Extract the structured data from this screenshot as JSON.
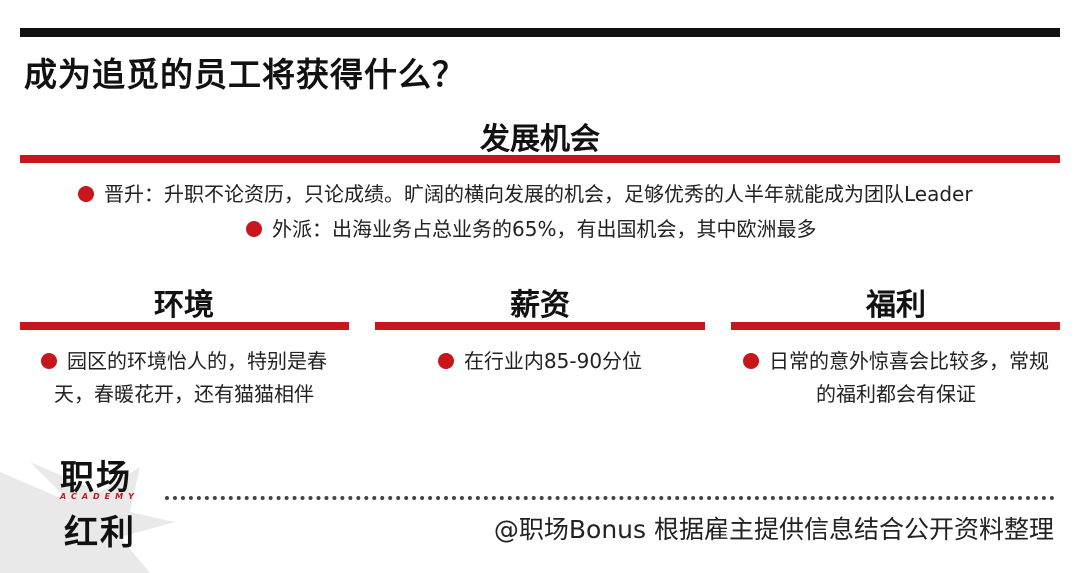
{
  "page_title": "成为追觅的员工将获得什么？",
  "development": {
    "heading": "发展机会",
    "bullets": [
      "晋升：升职不论资历，只论成绩。旷阔的横向发展的机会，足够优秀的人半年就能成为团队Leader",
      "外派：出海业务占总业务的65%，有出国机会，其中欧洲最多"
    ]
  },
  "columns": [
    {
      "heading": "环境",
      "lines": [
        "园区的环境怡人的，特别是春",
        "天，春暖花开，还有猫猫相伴"
      ]
    },
    {
      "heading": "薪资",
      "lines": [
        "在行业内85-90分位"
      ]
    },
    {
      "heading": "福利",
      "lines": [
        "日常的意外惊喜会比较多，常规",
        "的福利都会有保证"
      ]
    }
  ],
  "logo": {
    "line1": "职场",
    "sub": "ACADEMY",
    "line2": "红利"
  },
  "source_credit": "@职场Bonus 根据雇主提供信息结合公开资料整理",
  "colors": {
    "accent": "#c8161d",
    "text": "#111111"
  }
}
